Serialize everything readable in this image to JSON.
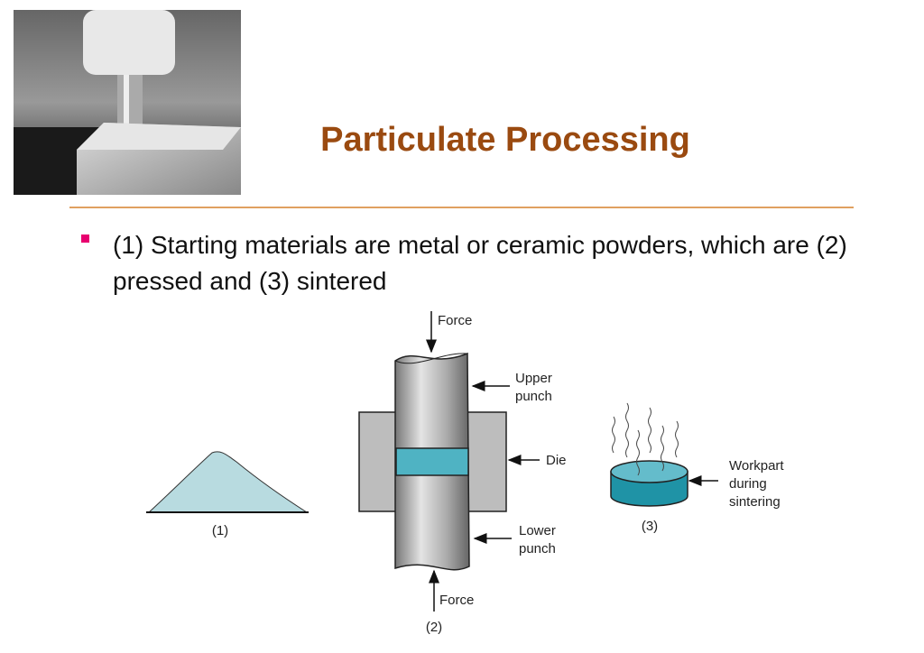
{
  "slide": {
    "title": "Particulate Processing",
    "bullet": "(1) Starting materials are metal or ceramic powders, which are (2) pressed and (3) sintered"
  },
  "diagram": {
    "step1_label": "(1)",
    "step2_label": "(2)",
    "step3_label": "(3)",
    "force_top": "Force",
    "force_bottom": "Force",
    "upper_punch": [
      "Upper",
      "punch"
    ],
    "die": "Die",
    "lower_punch": [
      "Lower",
      "punch"
    ],
    "workpart": [
      "Workpart",
      "during",
      "sintering"
    ]
  },
  "colors": {
    "title": "#9a4a10",
    "bullet": "#e8006f",
    "rule": "#e0a060",
    "powder": "#3aa6b8"
  }
}
